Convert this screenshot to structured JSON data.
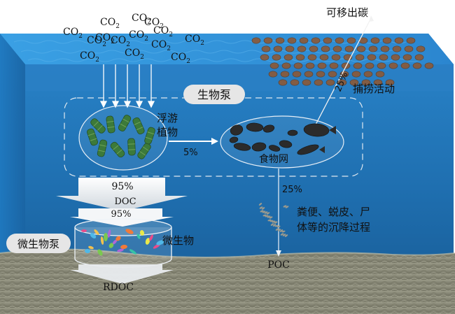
{
  "co2_labels": [
    "CO2",
    "CO2",
    "CO2",
    "CO2",
    "CO2",
    "CO2",
    "CO2",
    "CO2",
    "CO2",
    "CO2",
    "CO2",
    "CO2",
    "CO2",
    "CO2"
  ],
  "labels": {
    "movable_carbon": "可移出碳",
    "fishing_pct": "25%",
    "fishing": "捕捞活动",
    "biological_pump": "生物泵",
    "phytoplankton": "浮游\n植物",
    "phyto_to_foodweb_pct": "5%",
    "food_web": "食物网",
    "doc_pct": "95%",
    "doc": "DOC",
    "microbe_pct": "95%",
    "microbial_pump": "微生物泵",
    "microbes": "微生物",
    "rdoc": "RDOC",
    "sinking_pct": "25%",
    "sinking_line1": "粪便、蜕皮、尸",
    "sinking_line2": "体等的沉降过程",
    "poc": "POC"
  },
  "colors": {
    "sea_surface": "#2f8fd6",
    "water": "#1f6fb0",
    "water_deep": "#16568f",
    "seafloor": "#8f8f7e",
    "phyto": "#3c7a3a",
    "fish": "#2b2b2b"
  }
}
